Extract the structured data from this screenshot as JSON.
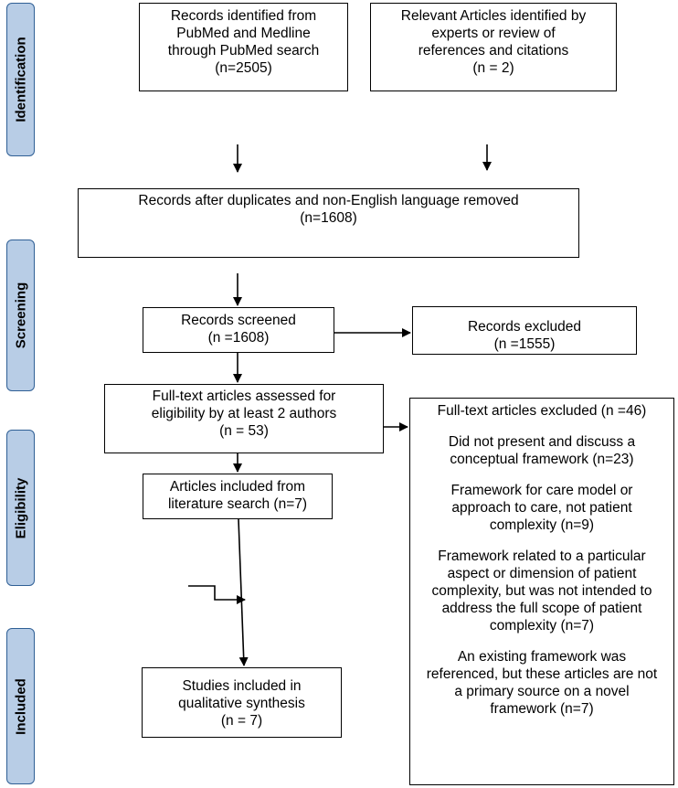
{
  "phases": {
    "identification": "Identification",
    "screening": "Screening",
    "eligibility": "Eligibility",
    "included": "Included"
  },
  "boxes": {
    "pubmed": [
      "Records identified from",
      "PubMed and Medline",
      "through PubMed search",
      "(n=2505)"
    ],
    "experts": [
      "Relevant Articles identified by",
      "experts or review of",
      "references and citations",
      "(n = 2)"
    ],
    "after_duplicates": [
      "Records after duplicates and non-English language removed",
      "(n=1608)"
    ],
    "screened": [
      "Records screened",
      "(n =1608)"
    ],
    "excluded": [
      "Records excluded",
      "(n =1555)"
    ],
    "fulltext_assessed": [
      "Full-text articles assessed for",
      "eligibility by at least 2 authors",
      "(n = 53)"
    ],
    "articles_included": [
      "Articles included from",
      "literature search (n=7)"
    ],
    "studies_included": [
      "Studies included in",
      "qualitative synthesis",
      "(n = 7)"
    ],
    "fulltext_excluded": {
      "header": "Full-text articles excluded (n =46)",
      "reasons": [
        [
          "Did not present and discuss a",
          "conceptual framework (n=23)"
        ],
        [
          "Framework for care model or",
          "approach to care, not patient",
          "complexity (n=9)"
        ],
        [
          "Framework related to a particular",
          "aspect or dimension of patient",
          "complexity, but was not intended to",
          "address the full scope of patient",
          "complexity (n=7)"
        ],
        [
          "An existing framework was",
          "referenced, but these articles are not",
          "a primary source on a novel",
          "framework (n=7)"
        ]
      ]
    }
  }
}
